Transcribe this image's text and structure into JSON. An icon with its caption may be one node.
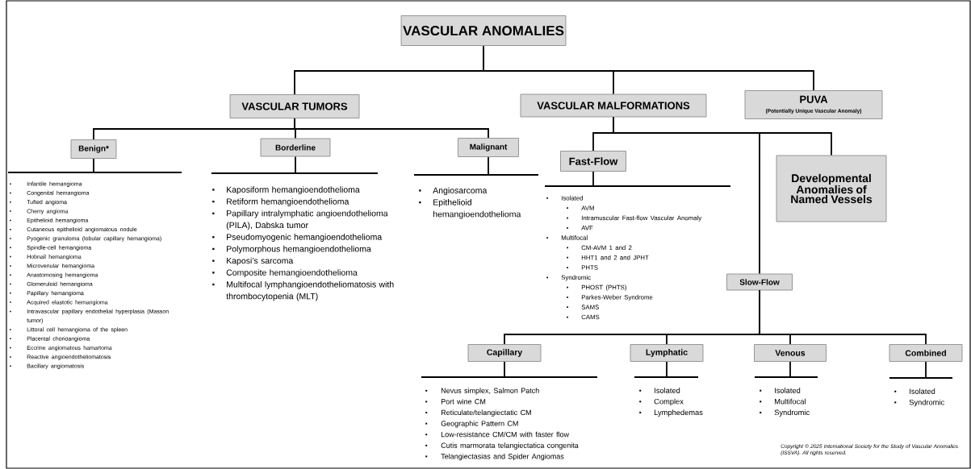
{
  "diagram": {
    "nodes": [
      {
        "text": [
          "VASCULAR  ANOMALIES"
        ]
      },
      {
        "text": [
          "VASCULAR TUMORS"
        ]
      },
      {
        "text": [
          "VASCULAR MALFORMATIONS"
        ]
      },
      {
        "text": [
          "PUVA",
          "(Potentially Unique Vascular Anomaly)"
        ]
      },
      {
        "text": [
          "Benign*"
        ]
      },
      {
        "text": [
          "Borderline"
        ]
      },
      {
        "text": [
          "Malignant"
        ]
      },
      {
        "text": [
          "Fast-Flow"
        ]
      },
      {
        "text": [
          "Developmental Anomalies of Named Vessels"
        ]
      },
      {
        "text": [
          "Slow-Flow"
        ]
      },
      {
        "text": [
          "Capillary"
        ]
      },
      {
        "text": [
          "Lymphatic"
        ]
      },
      {
        "text": [
          "Venous"
        ]
      },
      {
        "text": [
          "Combined"
        ]
      },
      {
        "text": [
          "Infantile hemangioma",
          "Congenital hemangioma",
          "Tufted angioma",
          "Cherry angioma",
          "Epithelioid hemangioma",
          "Cutaneous epithelioid angiomatous nodule",
          "Pyogenic granuloma (lobular capillary hemangioma)",
          "Spindle-cell hemangioma",
          "Hobnail hemangioma",
          "Microvenular hemangioma",
          "Anastomosing hemangioma",
          "Glomeruloid hemangioma",
          "Papillary hemangioma",
          "Acquired elastotic hemangioma",
          "Intravascular papillary endothelial hyperplasia (Masson tumor)",
          "Littoral cell hemangioma of the spleen",
          "Placental chorioangioma",
          "Eccrine angiomatous hamartoma",
          "Reactive angioendotheliomatosis",
          "Bacillary angiomatosis"
        ]
      },
      {
        "text": [
          "Kaposiform hemangioendothelioma",
          "Retiform hemangioendothelioma",
          "Papillary intralymphatic angioendothelioma (PILA), Dabska tumor",
          "Pseudomyogenic hemangioendothelioma",
          "Polymorphous hemangioendothelioma",
          "Kaposi’s sarcoma",
          "Composite hemangioendothelioma",
          "Multifocal lymphangioendotheliomatosis with thrombocytopenia (MLT)"
        ]
      },
      {
        "text": [
          "Angiosarcoma",
          "Epithelioid hemangioendothelioma"
        ]
      },
      {
        "text": [
          "Isolated",
          "AVM",
          "Intramuscular Fast-flow Vascular Anomaly",
          "AVF",
          "Multifocal",
          "CM-AVM 1 and 2",
          "HHT1 and 2 and JPHT",
          "PHTS",
          "Syndromic",
          "PHOST (PHTS)",
          "Parkes-Weber Syndrome",
          "SAMS",
          "CAMS"
        ]
      },
      {
        "text": [
          "Nevus simplex, Salmon Patch",
          "Port wine CM",
          "Reticulate/telangiectatic CM",
          "Geographic Pattern CM",
          "Low-resistance CM/CM with faster flow",
          "Cutis marmorata telangiectatica congenita",
          "Telangiectasias and Spider Angiomas"
        ]
      },
      {
        "text": [
          "Isolated",
          "Complex",
          "Lymphedemas"
        ]
      },
      {
        "text": [
          "Isolated",
          "Multifocal",
          "Syndromic"
        ]
      },
      {
        "text": [
          "Isolated",
          "Syndromic"
        ]
      }
    ],
    "edges": [
      {
        "from": 0,
        "to": 1,
        "arrow": "none"
      },
      {
        "from": 0,
        "to": 2,
        "arrow": "none"
      },
      {
        "from": 0,
        "to": 3,
        "arrow": "none"
      },
      {
        "from": 1,
        "to": 4,
        "arrow": "none"
      },
      {
        "from": 1,
        "to": 5,
        "arrow": "none"
      },
      {
        "from": 1,
        "to": 6,
        "arrow": "none"
      },
      {
        "from": 2,
        "to": 7,
        "arrow": "none"
      },
      {
        "from": 2,
        "to": 9,
        "arrow": "none"
      },
      {
        "from": 2,
        "to": 8,
        "arrow": "none"
      },
      {
        "from": 9,
        "to": 10,
        "arrow": "none"
      },
      {
        "from": 9,
        "to": 11,
        "arrow": "none"
      },
      {
        "from": 9,
        "to": 12,
        "arrow": "none"
      },
      {
        "from": 9,
        "to": 13,
        "arrow": "none"
      },
      {
        "from": 4,
        "to": 14,
        "arrow": "none"
      },
      {
        "from": 5,
        "to": 15,
        "arrow": "none"
      },
      {
        "from": 6,
        "to": 16,
        "arrow": "none"
      },
      {
        "from": 7,
        "to": 17,
        "arrow": "none"
      },
      {
        "from": 10,
        "to": 18,
        "arrow": "none"
      },
      {
        "from": 11,
        "to": 19,
        "arrow": "none"
      },
      {
        "from": 12,
        "to": 20,
        "arrow": "none"
      },
      {
        "from": 13,
        "to": 21,
        "arrow": "none"
      }
    ],
    "labels": [
      "Copyright © 2025 International Society for the Study of Vascular Anomalies (ISSVA). All rights reserved."
    ]
  }
}
